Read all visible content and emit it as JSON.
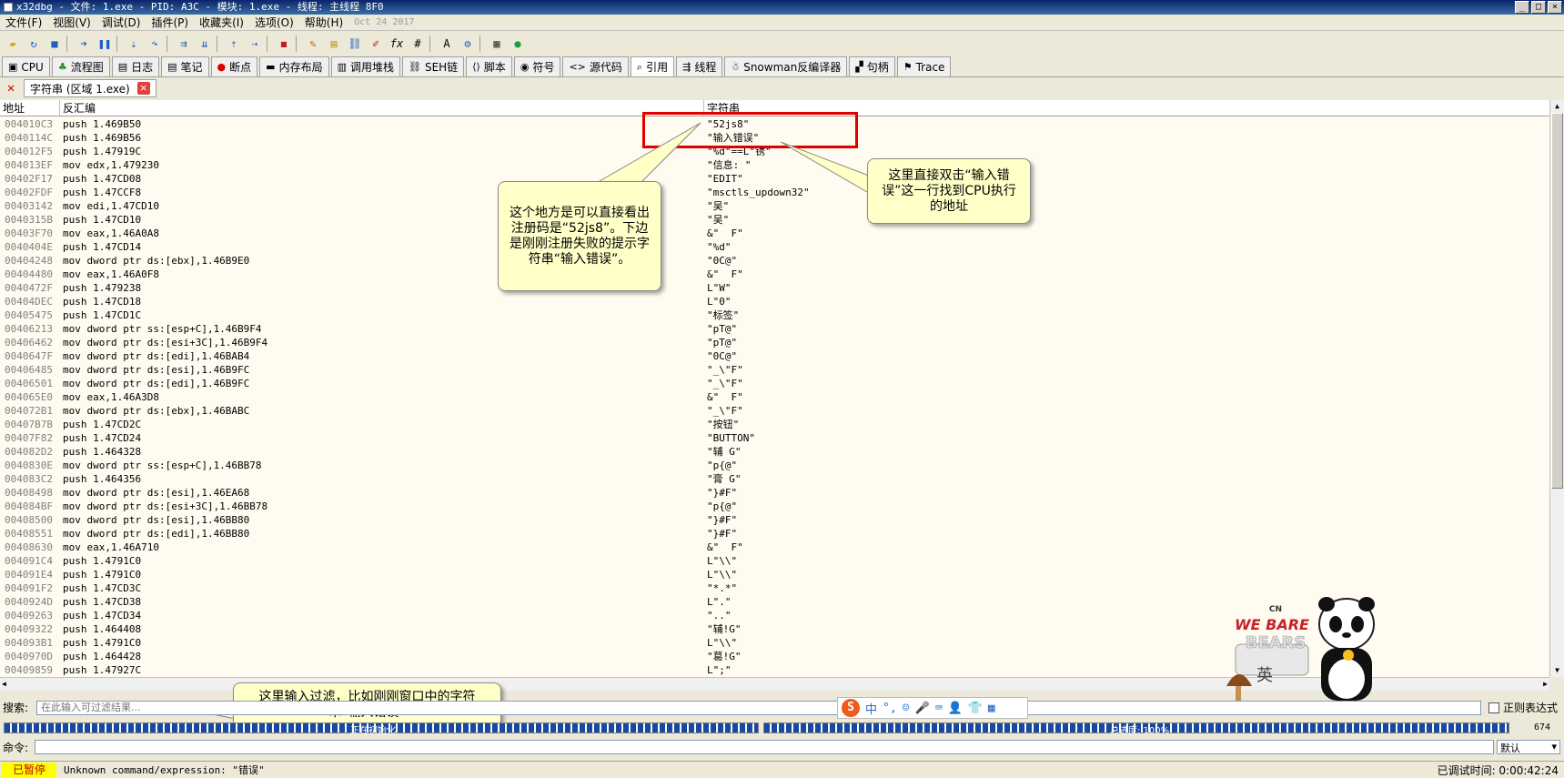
{
  "window": {
    "title": "x32dbg - 文件: 1.exe - PID: A3C - 模块: 1.exe - 线程: 主线程 8F0"
  },
  "menu": {
    "items": [
      "文件(F)",
      "视图(V)",
      "调试(D)",
      "插件(P)",
      "收藏夹(I)",
      "选项(O)",
      "帮助(H)"
    ],
    "date": "Oct 24 2017"
  },
  "tabs": [
    {
      "label": "CPU",
      "icon": "cpu-icon"
    },
    {
      "label": "流程图",
      "icon": "graph-icon"
    },
    {
      "label": "日志",
      "icon": "log-icon"
    },
    {
      "label": "笔记",
      "icon": "notes-icon"
    },
    {
      "label": "断点",
      "icon": "breakpoint-icon"
    },
    {
      "label": "内存布局",
      "icon": "memory-icon"
    },
    {
      "label": "调用堆栈",
      "icon": "callstack-icon"
    },
    {
      "label": "SEH链",
      "icon": "seh-icon"
    },
    {
      "label": "脚本",
      "icon": "script-icon"
    },
    {
      "label": "符号",
      "icon": "symbol-icon"
    },
    {
      "label": "源代码",
      "icon": "source-icon"
    },
    {
      "label": "引用",
      "icon": "references-icon"
    },
    {
      "label": "线程",
      "icon": "threads-icon"
    },
    {
      "label": "Snowman反编译器",
      "icon": "snowman-icon"
    },
    {
      "label": "句柄",
      "icon": "handles-icon"
    },
    {
      "label": "Trace",
      "icon": "trace-icon"
    }
  ],
  "subtab": {
    "label": "字符串 (区域 1.exe)"
  },
  "grid": {
    "headers": [
      "地址",
      "反汇编",
      "字符串"
    ],
    "rows": [
      [
        "004010C3",
        "push 1.469B50",
        "\"52js8\""
      ],
      [
        "0040114C",
        "push 1.469B56",
        "\"输入错误\""
      ],
      [
        "004012F5",
        "push 1.47919C",
        "\"%d\"==L\"锈\""
      ],
      [
        "004013EF",
        "mov edx,1.479230",
        "\"信息: \""
      ],
      [
        "00402F17",
        "push 1.47CD08",
        "\"EDIT\""
      ],
      [
        "00402FDF",
        "push 1.47CCF8",
        "\"msctls_updown32\""
      ],
      [
        "00403142",
        "mov edi,1.47CD10",
        "\"吴\""
      ],
      [
        "0040315B",
        "push 1.47CD10",
        "\"吴\""
      ],
      [
        "00403F70",
        "mov eax,1.46A0A8",
        "&\"  F\""
      ],
      [
        "0040404E",
        "push 1.47CD14",
        "\"%d\""
      ],
      [
        "00404248",
        "mov dword ptr ds:[ebx],1.46B9E0",
        "\"0C@\""
      ],
      [
        "00404480",
        "mov eax,1.46A0F8",
        "&\"  F\""
      ],
      [
        "0040472F",
        "push 1.479238",
        "L\"W\""
      ],
      [
        "00404DEC",
        "push 1.47CD18",
        "L\"0\""
      ],
      [
        "00405475",
        "push 1.47CD1C",
        "\"标签\""
      ],
      [
        "00406213",
        "mov dword ptr ss:[esp+C],1.46B9F4",
        "\"pT@\""
      ],
      [
        "00406462",
        "mov dword ptr ds:[esi+3C],1.46B9F4",
        "\"pT@\""
      ],
      [
        "0040647F",
        "mov dword ptr ds:[edi],1.46BAB4",
        "\"0C@\""
      ],
      [
        "00406485",
        "mov dword ptr ds:[esi],1.46B9FC",
        "\"_\\\"F\""
      ],
      [
        "00406501",
        "mov dword ptr ds:[edi],1.46B9FC",
        "\"_\\\"F\""
      ],
      [
        "004065E0",
        "mov eax,1.46A3D8",
        "&\"  F\""
      ],
      [
        "004072B1",
        "mov dword ptr ds:[ebx],1.46BABC",
        "\"_\\\"F\""
      ],
      [
        "00407B7B",
        "push 1.47CD2C",
        "\"按钮\""
      ],
      [
        "00407F82",
        "push 1.47CD24",
        "\"BUTTON\""
      ],
      [
        "004082D2",
        "push 1.464328",
        "\"辅 G\""
      ],
      [
        "0040830E",
        "mov dword ptr ss:[esp+C],1.46BB78",
        "\"p{@\""
      ],
      [
        "004083C2",
        "push 1.464356",
        "\"膏 G\""
      ],
      [
        "00408498",
        "mov dword ptr ds:[esi],1.46EA68",
        "\"}#F\""
      ],
      [
        "004084BF",
        "mov dword ptr ds:[esi+3C],1.46BB78",
        "\"p{@\""
      ],
      [
        "00408500",
        "mov dword ptr ds:[esi],1.46BB80",
        "\"}#F\""
      ],
      [
        "00408551",
        "mov dword ptr ds:[edi],1.46BB80",
        "\"}#F\""
      ],
      [
        "00408630",
        "mov eax,1.46A710",
        "&\"  F\""
      ],
      [
        "004091C4",
        "push 1.4791C0",
        "L\"\\\\\""
      ],
      [
        "004091E4",
        "push 1.4791C0",
        "L\"\\\\\""
      ],
      [
        "004091F2",
        "push 1.47CD3C",
        "\"*.*\""
      ],
      [
        "0040924D",
        "push 1.47CD38",
        "L\".\""
      ],
      [
        "00409263",
        "push 1.47CD34",
        "\"..\""
      ],
      [
        "00409322",
        "push 1.464408",
        "\"辅!G\""
      ],
      [
        "004093B1",
        "push 1.4791C0",
        "L\"\\\\\""
      ],
      [
        "0040970D",
        "push 1.464428",
        "\"葛!G\""
      ],
      [
        "00409859",
        "push 1.47927C",
        "L\";\""
      ]
    ]
  },
  "callouts": {
    "left": "这个地方是可以直接看出注册码是“52js8”。下边是刚刚注册失败的提示字符串“输入错误”。",
    "right": "这里直接双击“输入错误”这一行找到CPU执行的地址",
    "bottom": "这里输入过滤，比如刚刚窗口中的字符串“输入错误”"
  },
  "search": {
    "label": "搜索:",
    "placeholder": "在此输入可过滤结果...",
    "regex_label": "正则表达式"
  },
  "progress": {
    "left_text": "正在初始化",
    "right_text": "总进度: 100%",
    "count": "674",
    "left_fraction": 1.0,
    "right_fraction": 1.0
  },
  "command": {
    "label": "命令:",
    "mode": "默认"
  },
  "status": {
    "state": "已暂停",
    "message": "Unknown command/expression: \"错误\"",
    "time": "已调试时间:  0:00:42:24"
  },
  "ime": {
    "lang": "中",
    "mode": "英"
  },
  "mascot": {
    "brand": "CN",
    "line1": "WE BARE",
    "line2": "BEARS"
  }
}
